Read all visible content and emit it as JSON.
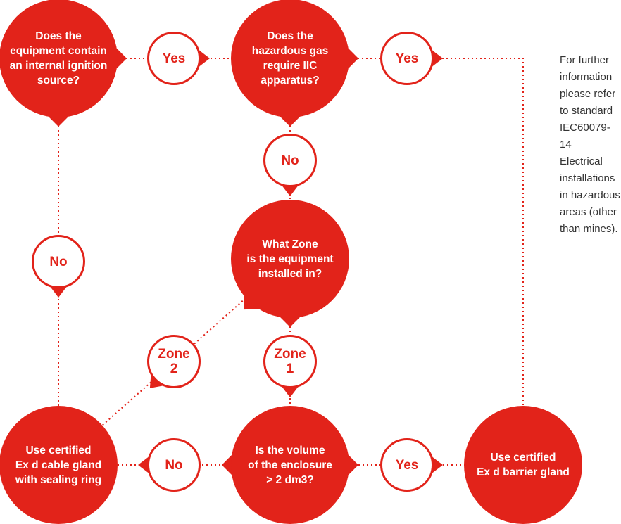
{
  "colors": {
    "accent": "#e2231a",
    "note_text": "#333333"
  },
  "nodes": {
    "q_ignition": {
      "lines": [
        "Does the",
        "equipment contain",
        "an internal ignition",
        "source?"
      ]
    },
    "q_gas": {
      "lines": [
        "Does the",
        "hazardous gas",
        "require IIC",
        "apparatus?"
      ]
    },
    "q_zone": {
      "lines": [
        "What Zone",
        "is the equipment",
        "installed in?"
      ]
    },
    "q_volume": {
      "lines": [
        "Is the volume",
        "of the enclosure",
        "> 2 dm3?"
      ]
    },
    "r_cable_gland": {
      "lines": [
        "Use certified",
        "Ex d cable gland",
        "with sealing ring"
      ]
    },
    "r_barrier_gland": {
      "lines": [
        "Use certified",
        "Ex d barrier gland"
      ]
    },
    "a_yes1": {
      "lines": [
        "Yes"
      ]
    },
    "a_yes2": {
      "lines": [
        "Yes"
      ]
    },
    "a_no_gas": {
      "lines": [
        "No"
      ]
    },
    "a_no_ignition": {
      "lines": [
        "No"
      ]
    },
    "a_zone2": {
      "lines": [
        "Zone",
        "2"
      ]
    },
    "a_zone1": {
      "lines": [
        "Zone",
        "1"
      ]
    },
    "a_no_volume": {
      "lines": [
        "No"
      ]
    },
    "a_yes_volume": {
      "lines": [
        "Yes"
      ]
    }
  },
  "note": {
    "lines": [
      "For further",
      "information",
      "please refer",
      "to standard",
      "IEC60079-14",
      "Electrical",
      "installations",
      "in hazardous",
      "areas (other",
      "than mines)."
    ]
  }
}
